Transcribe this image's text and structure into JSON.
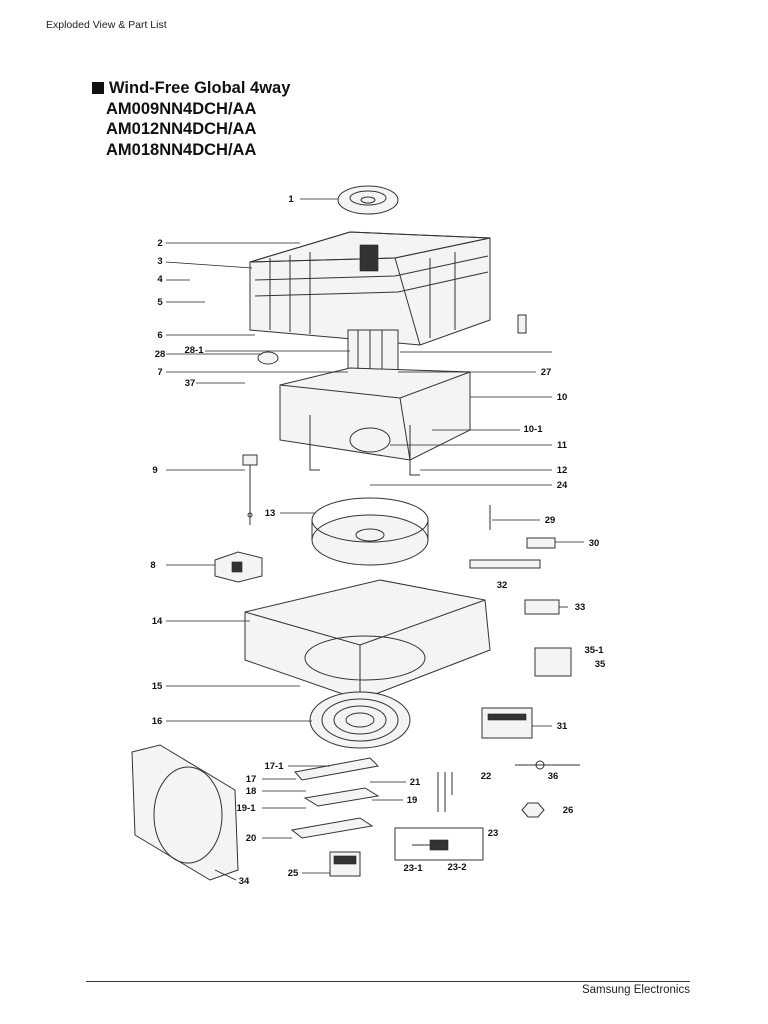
{
  "header": {
    "section": "Exploded View & Part List"
  },
  "title": {
    "heading": "Wind-Free Global 4way",
    "models": [
      "AM009NN4DCH/AA",
      "AM012NN4DCH/AA",
      "AM018NN4DCH/AA"
    ]
  },
  "labels": {
    "p1": "1",
    "p2": "2",
    "p3": "3",
    "p4": "4",
    "p5": "5",
    "p6": "6",
    "p28": "28",
    "p28_1": "28-1",
    "p7": "7",
    "p37": "37",
    "p27": "27",
    "p10": "10",
    "p10_1": "10-1",
    "p11": "11",
    "p12": "12",
    "p24": "24",
    "p9": "9",
    "p13": "13",
    "p29": "29",
    "p30": "30",
    "p8": "8",
    "p32": "32",
    "p33": "33",
    "p14": "14",
    "p35_1": "35-1",
    "p35": "35",
    "p15": "15",
    "p16": "16",
    "p31": "31",
    "p17_1": "17-1",
    "p17": "17",
    "p21": "21",
    "p22": "22",
    "p36": "36",
    "p18": "18",
    "p19": "19",
    "p19_1": "19-1",
    "p26": "26",
    "p20": "20",
    "p23": "23",
    "p23_1": "23-1",
    "p23_2": "23-2",
    "p25": "25",
    "p34": "34"
  },
  "footer": {
    "company": "Samsung Electronics"
  }
}
